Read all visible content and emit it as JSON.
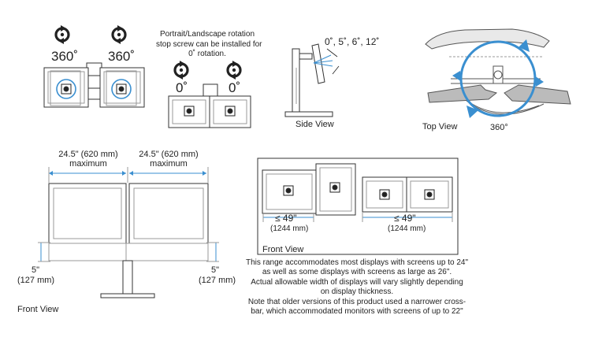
{
  "rotation": {
    "angle_360": "360˚",
    "angle_0": "0˚",
    "portrait_note": [
      "Portrait/Landscape rotation",
      "stop screw can be installed for",
      "0˚ rotation."
    ]
  },
  "side_view": {
    "tilt_label": "0˚, 5˚, 6˚, 12˚",
    "caption": "Side View"
  },
  "top_view": {
    "caption": "Top View",
    "angle": "360°"
  },
  "front_view": {
    "width_label": "24.5\" (620 mm)",
    "width_sub": "maximum",
    "gap_in": "5\"",
    "gap_mm": "(127 mm)",
    "caption": "Front View"
  },
  "range_view": {
    "width_label": "≤ 49\"",
    "width_mm": "(1244 mm)",
    "caption": "Front View",
    "note": [
      "This range accommodates most displays with screens up to 24\"",
      "as well as some displays with screens as large as 26\".",
      "Actual allowable width of displays will vary slightly depending",
      "on display thickness.",
      "Note that older versions of this product used a narrower cross-",
      "bar, which accommodated monitors with screens of up to 22\""
    ]
  },
  "colors": {
    "accent": "#3a8fd0",
    "line": "#333333",
    "gray": "#999999"
  }
}
